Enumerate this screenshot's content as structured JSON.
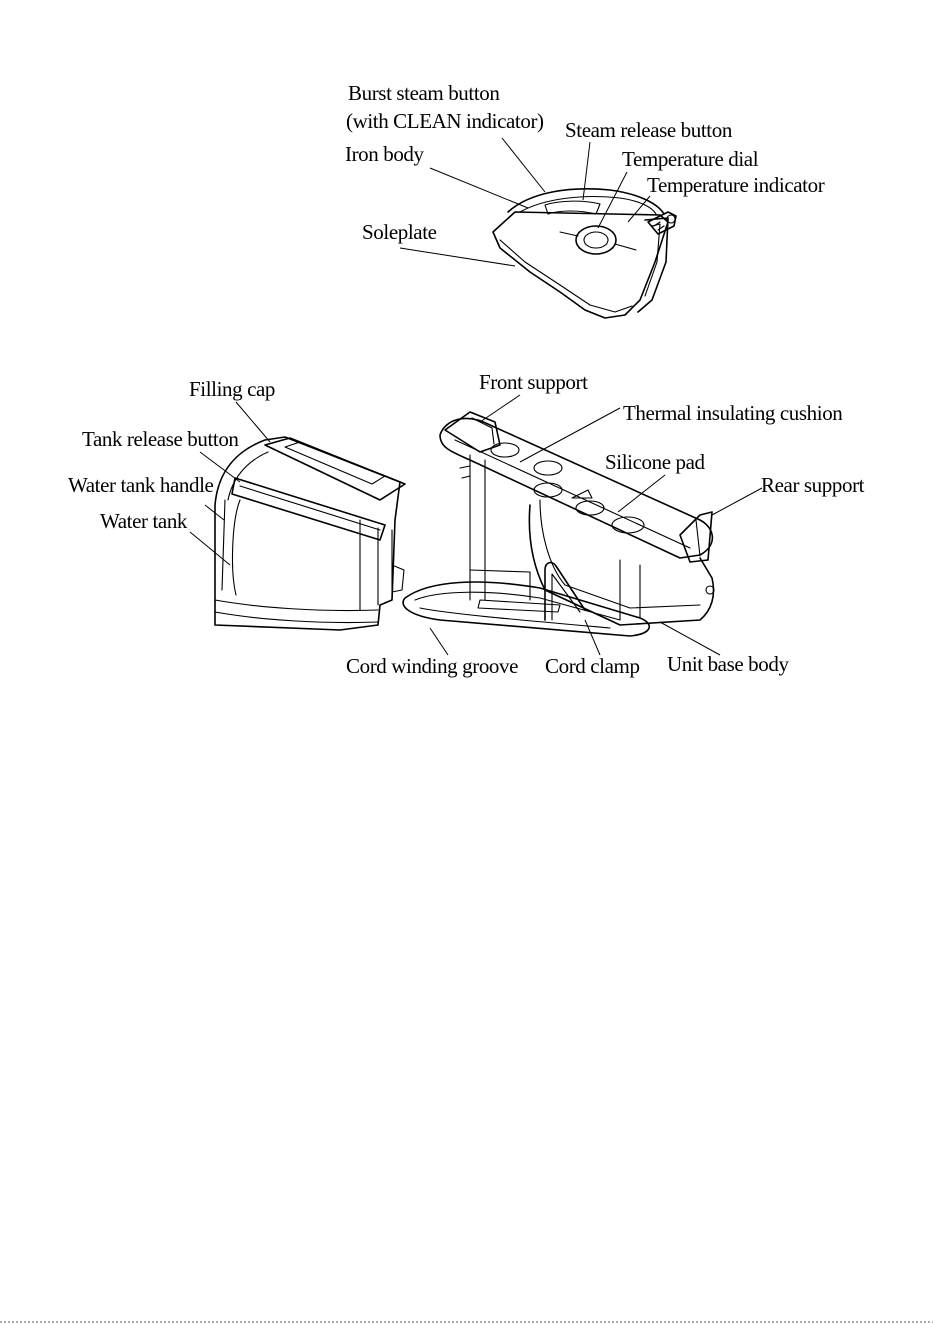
{
  "labels": {
    "burst_steam_button": "Burst steam button",
    "clean_indicator": "(with CLEAN indicator)",
    "steam_release_button": "Steam release button",
    "iron_body": "Iron body",
    "temperature_dial": "Temperature dial",
    "temperature_indicator": "Temperature indicator",
    "soleplate": "Soleplate",
    "filling_cap": "Filling cap",
    "front_support": "Front support",
    "thermal_insulating_cushion": "Thermal insulating cushion",
    "tank_release_button": "Tank release button",
    "silicone_pad": "Silicone pad",
    "water_tank_handle": "Water tank handle",
    "rear_support": "Rear support",
    "water_tank": "Water tank",
    "cord_winding_groove": "Cord winding groove",
    "cord_clamp": "Cord clamp",
    "unit_base_body": "Unit base body"
  }
}
